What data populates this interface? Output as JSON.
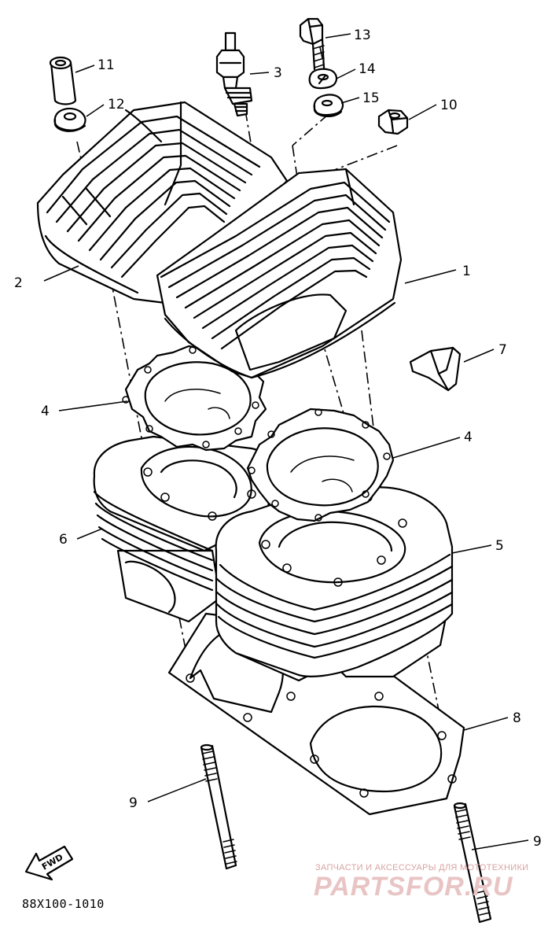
{
  "diagram_code": "88X100-1010",
  "direction_marker": "FWD",
  "watermark": {
    "tagline": "ЗАПЧАСТИ И АКСЕССУАРЫ ДЛЯ МОТОТЕХНИКИ",
    "brand": "PARTSFOR.RU"
  },
  "callouts": {
    "c1": "1",
    "c2": "2",
    "c3": "3",
    "c4a": "4",
    "c4b": "4",
    "c5": "5",
    "c6": "6",
    "c7": "7",
    "c8": "8",
    "c9a": "9",
    "c9b": "9",
    "c10": "10",
    "c11": "11",
    "c12": "12",
    "c13": "13",
    "c14": "14",
    "c15": "15"
  }
}
